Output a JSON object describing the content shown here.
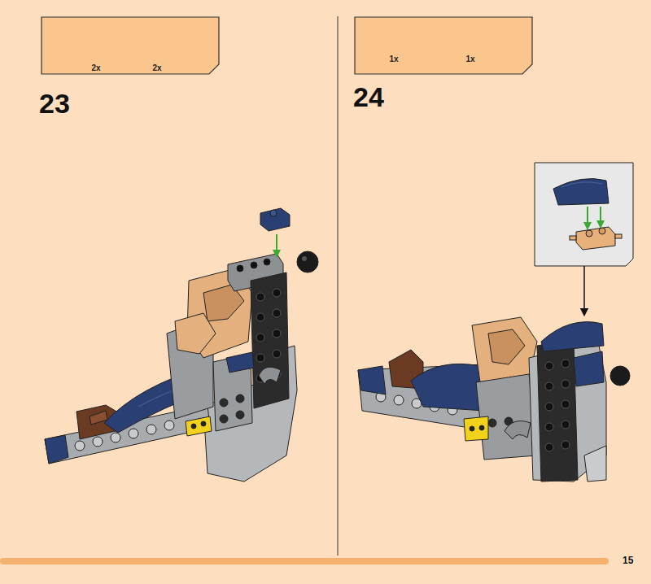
{
  "diagram": {
    "nodes": [
      {
        "text": [
          "2x",
          "2x"
        ]
      },
      {
        "text": [
          "1x",
          "1x"
        ]
      }
    ],
    "edges": [],
    "labels": [
      "23",
      "24",
      "15"
    ]
  }
}
